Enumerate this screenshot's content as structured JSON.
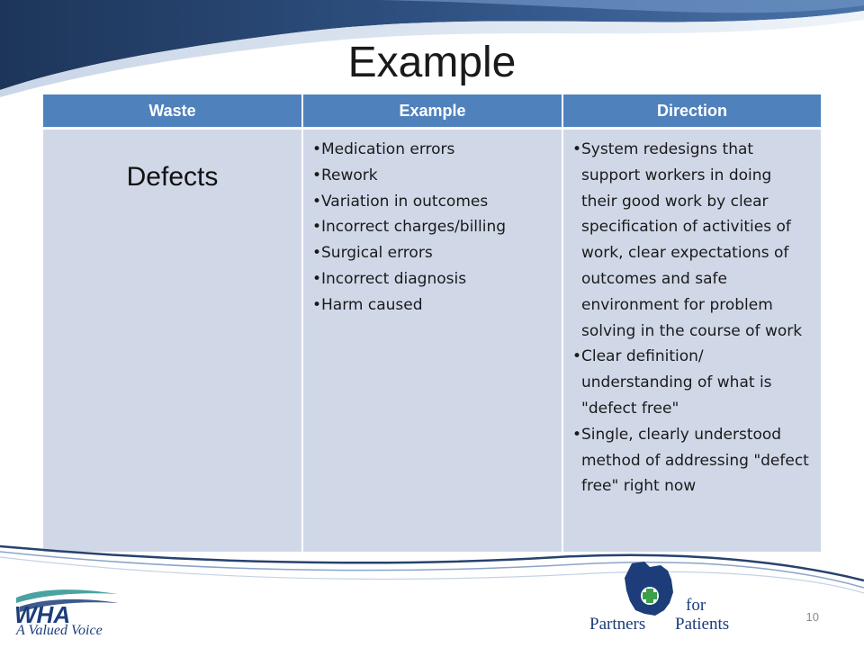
{
  "slide": {
    "title": "Example",
    "number": "10"
  },
  "table": {
    "headers": [
      "Waste",
      "Example",
      "Direction"
    ],
    "waste": "Defects",
    "examples": [
      "Medication errors",
      "Rework",
      "Variation in outcomes",
      "Incorrect charges/billing",
      "Surgical errors",
      "Incorrect diagnosis",
      "Harm caused"
    ],
    "directions": [
      "System redesigns that support workers in doing their good work by clear specification of activities of work, clear expectations of outcomes and safe environment for problem solving in the course of work",
      "Clear definition/ understanding of what is \"defect free\"",
      "Single, clearly understood method of addressing \"defect free\" right now"
    ]
  },
  "logos": {
    "wha_tagline": "A Valued Voice",
    "wha_letters": "WHA",
    "pfp_for": "for",
    "pfp_partners": "Partners",
    "pfp_patients": "Patients"
  },
  "colors": {
    "header_blue": "#4f81bd",
    "cell_fill": "#d0d8e8",
    "navy": "#1c3d7a",
    "logo_green": "#3aa04a"
  }
}
